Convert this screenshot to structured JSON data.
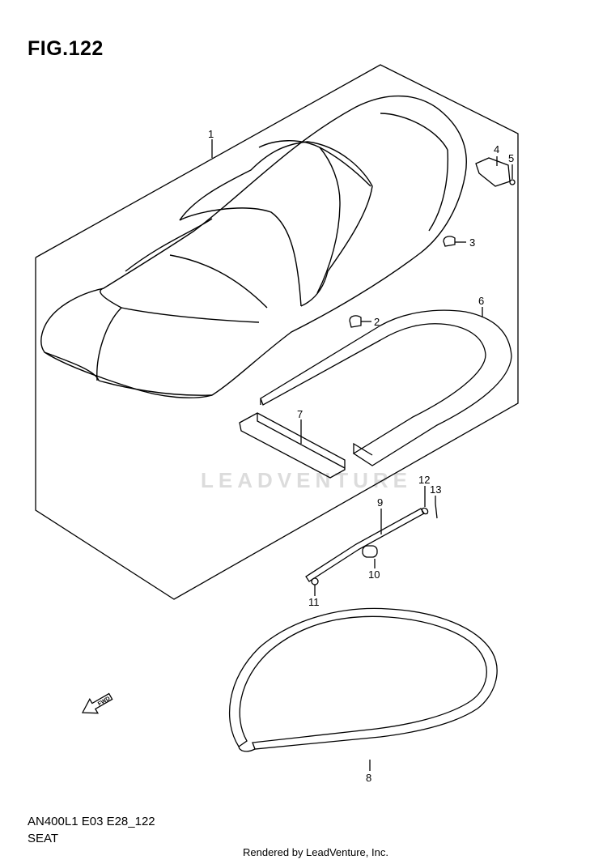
{
  "figure": {
    "title": "FIG.122",
    "model_code": "AN400L1 E03 E28_122",
    "section_name": "SEAT"
  },
  "watermark": "LEADVENTURE",
  "footer": "Rendered by LeadVenture, Inc.",
  "fwd_label": "FWD",
  "callouts": [
    {
      "id": "1",
      "label": "1"
    },
    {
      "id": "2",
      "label": "2"
    },
    {
      "id": "3",
      "label": "3"
    },
    {
      "id": "4",
      "label": "4"
    },
    {
      "id": "5",
      "label": "5"
    },
    {
      "id": "6",
      "label": "6"
    },
    {
      "id": "7",
      "label": "7"
    },
    {
      "id": "8",
      "label": "8"
    },
    {
      "id": "9",
      "label": "9"
    },
    {
      "id": "10",
      "label": "10"
    },
    {
      "id": "11",
      "label": "11"
    },
    {
      "id": "12",
      "label": "12"
    },
    {
      "id": "13",
      "label": "13"
    }
  ]
}
